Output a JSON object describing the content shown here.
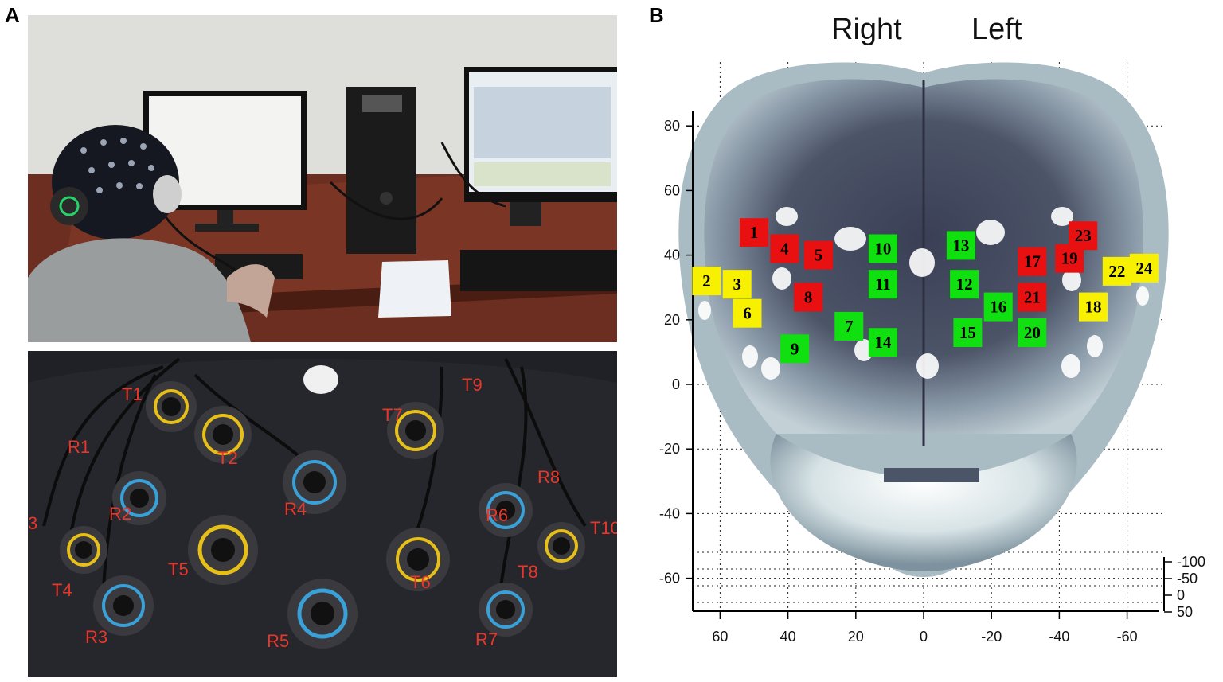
{
  "panels": {
    "a": "A",
    "b": "B"
  },
  "photo_bottom": {
    "labels": [
      "T1",
      "R1",
      "T2",
      "T7",
      "T9",
      "R4",
      "R2",
      "R8",
      "3",
      "R6",
      "T10",
      "T5",
      "T4",
      "T6",
      "T8",
      "R3",
      "R5",
      "R7"
    ]
  },
  "chart_data": {
    "type": "scatter",
    "title": "",
    "hemispheres": {
      "right": "Right",
      "left": "Left"
    },
    "xlabel": "",
    "ylabel": "",
    "x_ticks": [
      60,
      40,
      20,
      0,
      -20,
      -40,
      -60
    ],
    "y_ticks": [
      80,
      60,
      40,
      20,
      0,
      -20,
      -40,
      -60
    ],
    "z_ticks": [
      -100,
      -50,
      0,
      50
    ],
    "xlim": [
      70,
      -70
    ],
    "ylim": [
      -70,
      100
    ],
    "grid": true,
    "colors": {
      "red": "#e81010",
      "green": "#10e010",
      "yellow": "#f7f000"
    },
    "channels": [
      {
        "id": "1",
        "x": 50,
        "y": 47,
        "color": "red"
      },
      {
        "id": "2",
        "x": 64,
        "y": 32,
        "color": "yellow"
      },
      {
        "id": "3",
        "x": 55,
        "y": 31,
        "color": "yellow"
      },
      {
        "id": "4",
        "x": 41,
        "y": 42,
        "color": "red"
      },
      {
        "id": "5",
        "x": 31,
        "y": 40,
        "color": "red"
      },
      {
        "id": "6",
        "x": 52,
        "y": 22,
        "color": "yellow"
      },
      {
        "id": "7",
        "x": 22,
        "y": 18,
        "color": "green"
      },
      {
        "id": "8",
        "x": 34,
        "y": 27,
        "color": "red"
      },
      {
        "id": "9",
        "x": 38,
        "y": 11,
        "color": "green"
      },
      {
        "id": "10",
        "x": 12,
        "y": 42,
        "color": "green"
      },
      {
        "id": "11",
        "x": 12,
        "y": 31,
        "color": "green"
      },
      {
        "id": "12",
        "x": -12,
        "y": 31,
        "color": "green"
      },
      {
        "id": "13",
        "x": -11,
        "y": 43,
        "color": "green"
      },
      {
        "id": "14",
        "x": 12,
        "y": 13,
        "color": "green"
      },
      {
        "id": "15",
        "x": -13,
        "y": 16,
        "color": "green"
      },
      {
        "id": "16",
        "x": -22,
        "y": 24,
        "color": "green"
      },
      {
        "id": "17",
        "x": -32,
        "y": 38,
        "color": "red"
      },
      {
        "id": "18",
        "x": -50,
        "y": 24,
        "color": "yellow"
      },
      {
        "id": "19",
        "x": -43,
        "y": 39,
        "color": "red"
      },
      {
        "id": "20",
        "x": -32,
        "y": 16,
        "color": "green"
      },
      {
        "id": "21",
        "x": -32,
        "y": 27,
        "color": "red"
      },
      {
        "id": "22",
        "x": -57,
        "y": 35,
        "color": "yellow"
      },
      {
        "id": "23",
        "x": -47,
        "y": 46,
        "color": "red"
      },
      {
        "id": "24",
        "x": -65,
        "y": 36,
        "color": "yellow"
      }
    ]
  }
}
